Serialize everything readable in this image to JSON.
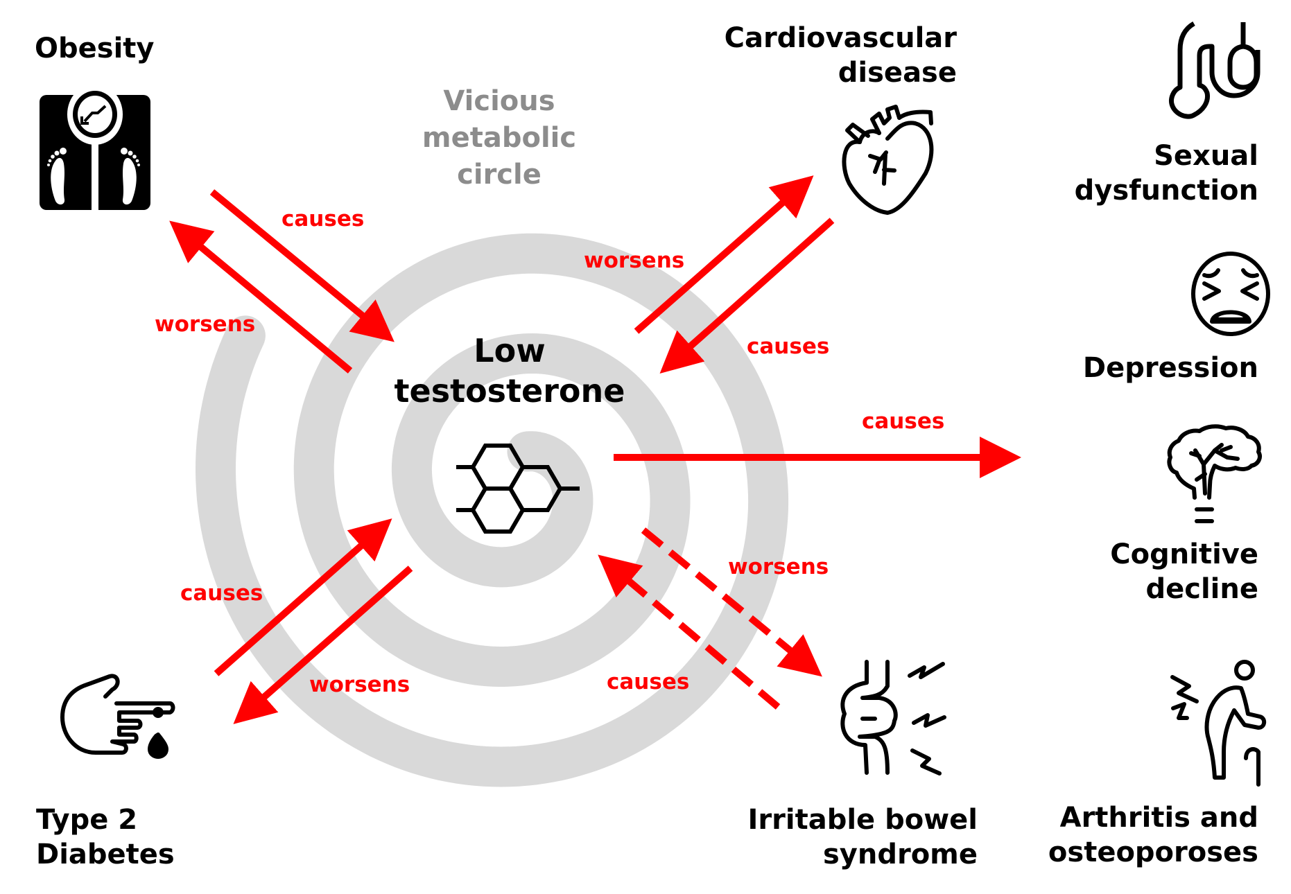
{
  "colors": {
    "relation": "#ff0000",
    "spiral": "#d9d9d9",
    "icon": "#000000",
    "background": "#ffffff",
    "spiral_label": "#8c8c8c"
  },
  "center": {
    "title_lines": [
      "Low",
      "testosterone"
    ],
    "icon": "steroid-molecule-icon"
  },
  "spiral_label": {
    "lines": [
      "Vicious",
      "metabolic",
      "circle"
    ]
  },
  "nodes": {
    "obesity": {
      "lines": [
        "Obesity"
      ],
      "icon": "scale-icon"
    },
    "cardiovascular": {
      "lines": [
        "Cardiovascular",
        "disease"
      ],
      "icon": "heart-icon"
    },
    "diabetes": {
      "lines": [
        "Type 2",
        "Diabetes"
      ],
      "icon": "finger-blood-drop-icon"
    },
    "ibs": {
      "lines": [
        "Irritable bowel",
        "syndrome"
      ],
      "icon": "intestine-icon"
    },
    "sexual": {
      "lines": [
        "Sexual",
        "dysfunction"
      ],
      "icon": "sexual-organ-icon"
    },
    "depression": {
      "lines": [
        "Depression"
      ],
      "icon": "distressed-face-icon"
    },
    "cognitive": {
      "lines": [
        "Cognitive",
        "decline"
      ],
      "icon": "brain-icon"
    },
    "arthritis": {
      "lines": [
        "Arthritis and",
        "osteoporoses"
      ],
      "icon": "elderly-cane-icon"
    }
  },
  "relations": [
    {
      "id": "obesity-causes",
      "from": "obesity",
      "to": "center",
      "label": "causes",
      "style": "solid"
    },
    {
      "id": "obesity-worsens",
      "from": "center",
      "to": "obesity",
      "label": "worsens",
      "style": "solid"
    },
    {
      "id": "cardio-worsens",
      "from": "center",
      "to": "cardiovascular",
      "label": "worsens",
      "style": "solid"
    },
    {
      "id": "cardio-causes",
      "from": "cardiovascular",
      "to": "center",
      "label": "causes",
      "style": "solid"
    },
    {
      "id": "diabetes-causes",
      "from": "diabetes",
      "to": "center",
      "label": "causes",
      "style": "solid"
    },
    {
      "id": "diabetes-worsens",
      "from": "center",
      "to": "diabetes",
      "label": "worsens",
      "style": "solid"
    },
    {
      "id": "ibs-worsens",
      "from": "center",
      "to": "ibs",
      "label": "worsens",
      "style": "dashed"
    },
    {
      "id": "ibs-causes",
      "from": "ibs",
      "to": "center",
      "label": "causes",
      "style": "dashed"
    },
    {
      "id": "outcomes-causes",
      "from": "center",
      "to": "outcomes",
      "label": "causes",
      "style": "solid"
    }
  ]
}
